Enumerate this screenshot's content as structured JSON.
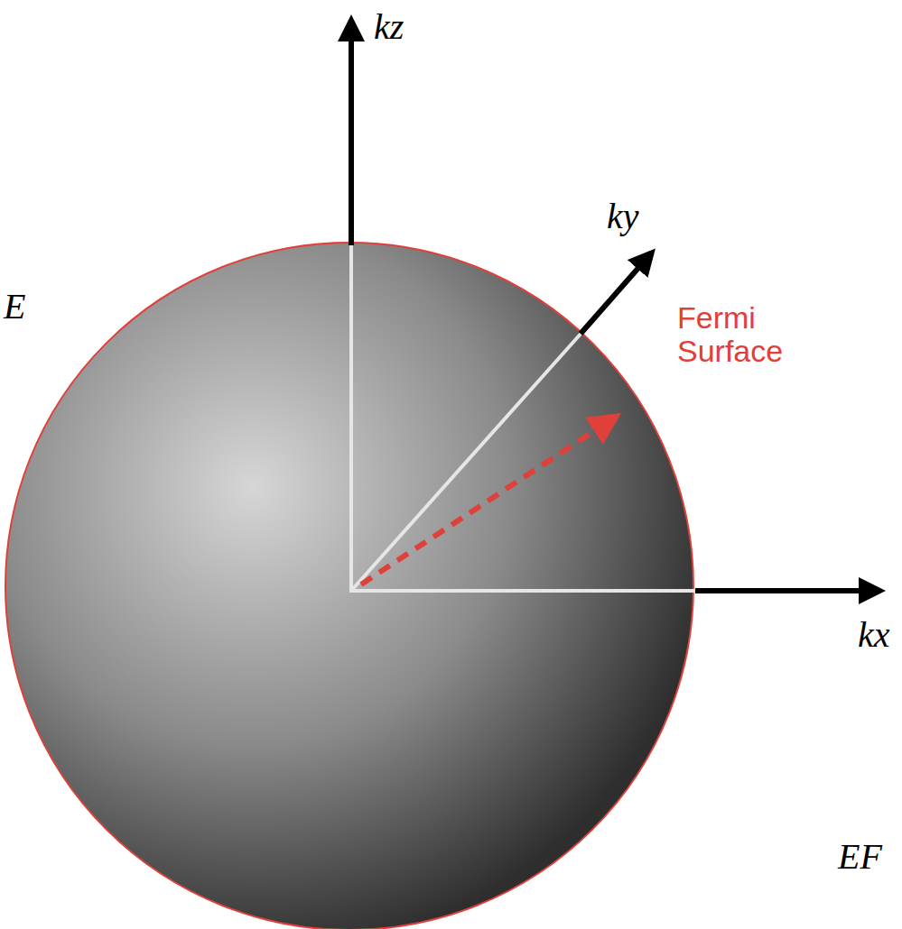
{
  "diagram": {
    "labels": [
      "kz",
      "ky",
      "kx",
      "Fermi Surface",
      "E",
      "EF"
    ]
  }
}
